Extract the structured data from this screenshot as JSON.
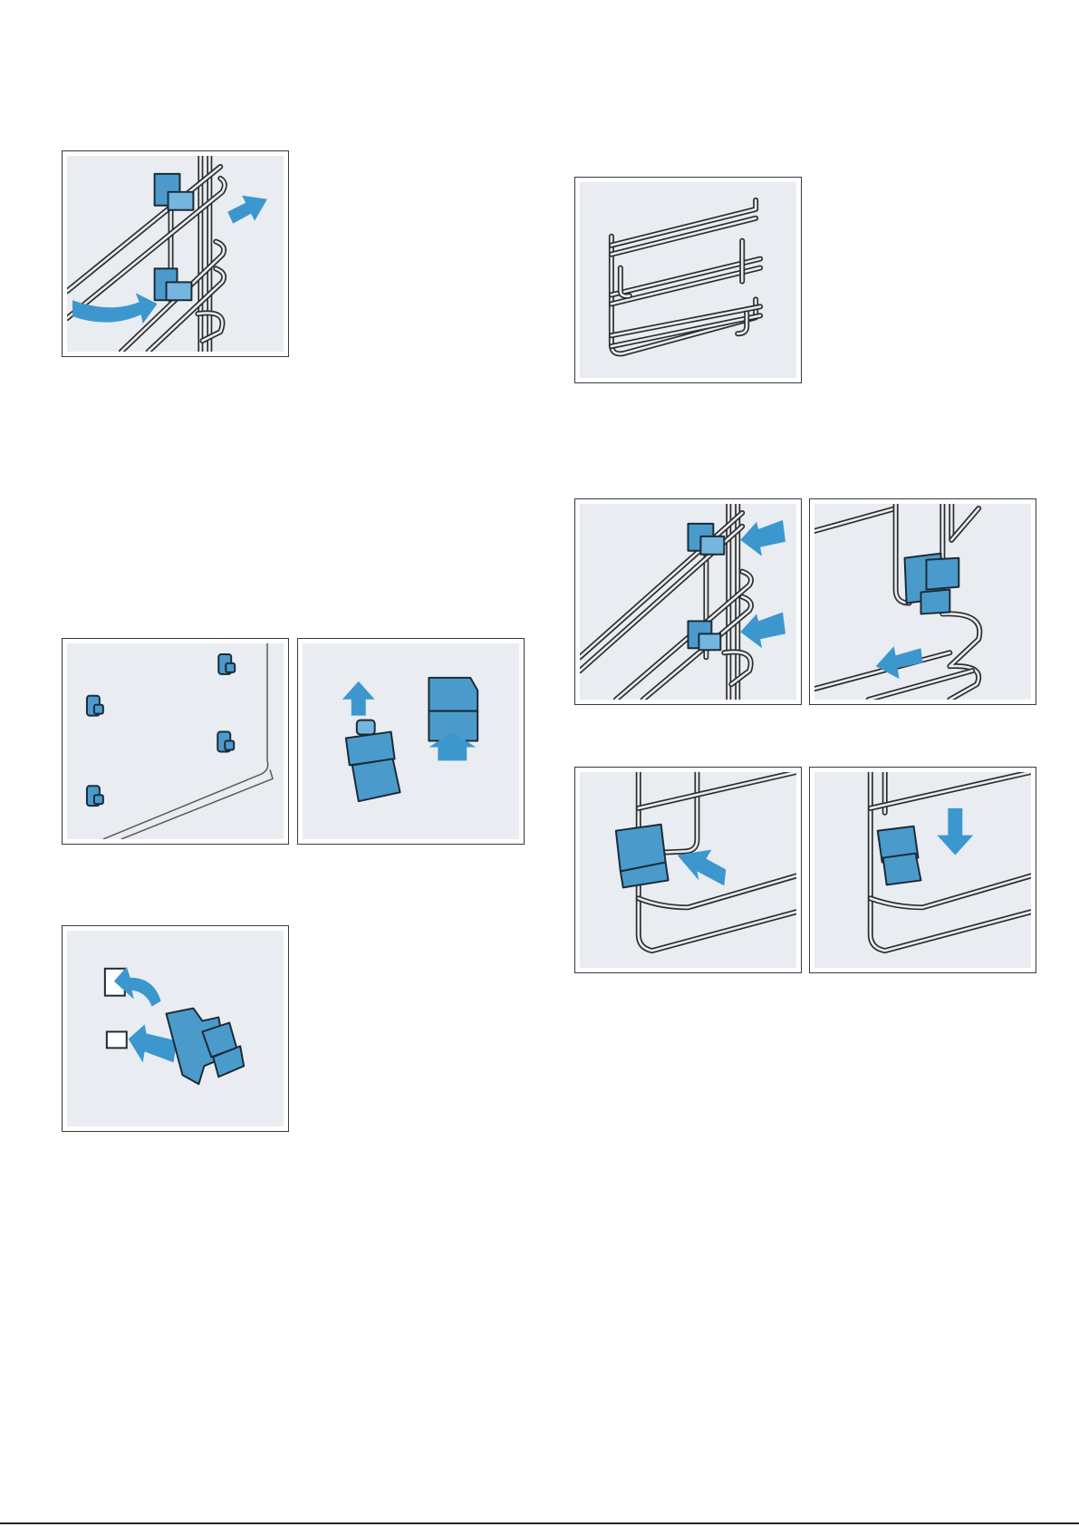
{
  "page": {
    "background": "#ffffff"
  },
  "colors": {
    "accent": "#3d97cf",
    "panel": "#e9ecf0",
    "wire": "#2d2d2d"
  },
  "figures": [
    {
      "name": "remove-rail-figure",
      "icons": [
        "wire-rail",
        "clip",
        "arrow-out",
        "arrow-curve"
      ]
    },
    {
      "name": "pull-out-rail-figure",
      "icons": [
        "wire-rail"
      ]
    },
    {
      "name": "oven-wall-clips-figure",
      "icons": [
        "clip",
        "clip",
        "clip",
        "clip"
      ]
    },
    {
      "name": "clip-removal-figure",
      "icons": [
        "clip",
        "arrow-up",
        "arrow-up"
      ]
    },
    {
      "name": "insert-rail-figure",
      "icons": [
        "wire-rail",
        "clip",
        "arrow-in",
        "arrow-in"
      ]
    },
    {
      "name": "rail-clip-release-figure",
      "icons": [
        "wire-rail",
        "clip",
        "arrow-out"
      ]
    },
    {
      "name": "clip-insert-wall-figure",
      "icons": [
        "clip",
        "hole",
        "arrow-curve",
        "arrow-in"
      ]
    },
    {
      "name": "clip-push-on-figure",
      "icons": [
        "wire-rail",
        "clip",
        "arrow-in"
      ]
    },
    {
      "name": "clip-press-down-figure",
      "icons": [
        "wire-rail",
        "clip",
        "arrow-down"
      ]
    }
  ]
}
